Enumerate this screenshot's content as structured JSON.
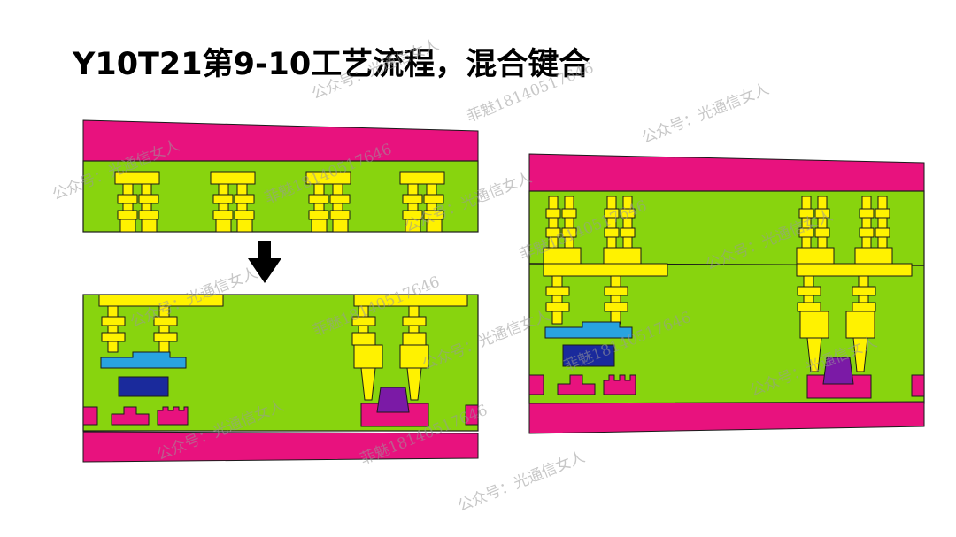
{
  "slide": {
    "title": "Y10T21第9-10工艺流程，混合键合"
  },
  "watermarks": {
    "account": "公众号：光通信女人",
    "contact": "菲魅18140517646"
  },
  "colors": {
    "substrate": "#e8127e",
    "dielectric": "#88d40e",
    "metal": "#fff200",
    "redistribution": "#29a3e0",
    "chip": "#1a2a9c",
    "die": "#7b1aa6",
    "outline": "#1a1a1a"
  },
  "icons": {
    "arrow": "arrow-down-icon"
  }
}
